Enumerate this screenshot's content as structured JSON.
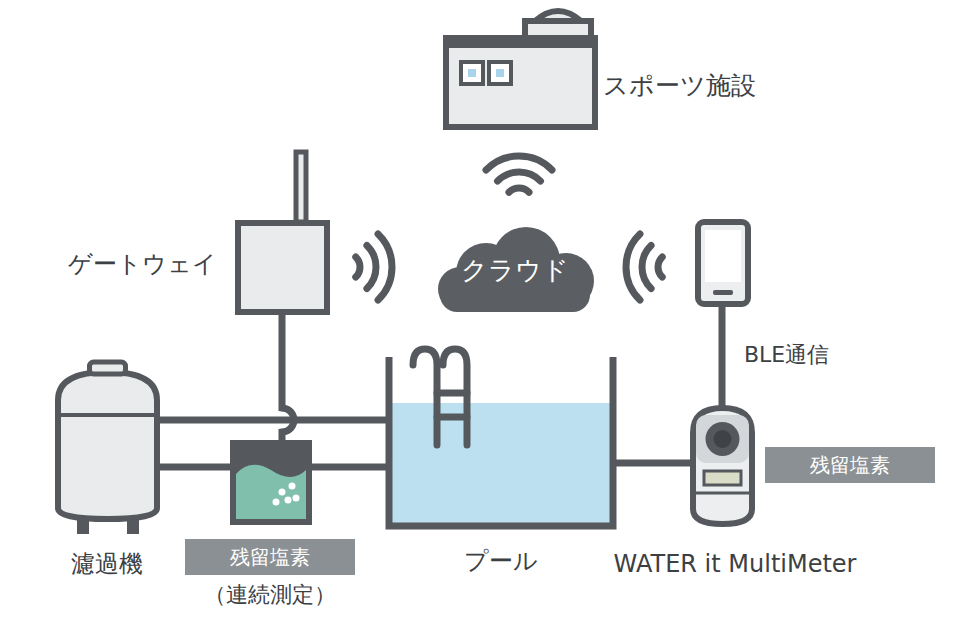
{
  "diagram": {
    "nodes": [
      {
        "text": [
          "スポーツ施設"
        ]
      },
      {
        "text": [
          "クラウド"
        ]
      },
      {
        "text": [
          "ゲートウェイ"
        ]
      },
      {
        "text": [
          "濾過機"
        ]
      },
      {
        "text": [
          "残留塩素",
          "（連続測定）"
        ]
      },
      {
        "text": [
          "プール"
        ]
      },
      {
        "text": [
          "WATER it MultiMeter",
          "残留塩素"
        ]
      }
    ],
    "edges": [
      {
        "from": 2,
        "to": 4,
        "arrow": "none"
      },
      {
        "from": 3,
        "to": 4,
        "arrow": "none"
      },
      {
        "from": 4,
        "to": 5,
        "arrow": "none"
      },
      {
        "from": 3,
        "to": 5,
        "arrow": "none"
      },
      {
        "from": 5,
        "to": 6,
        "arrow": "none"
      }
    ],
    "labels": [
      "BLE通信"
    ]
  }
}
